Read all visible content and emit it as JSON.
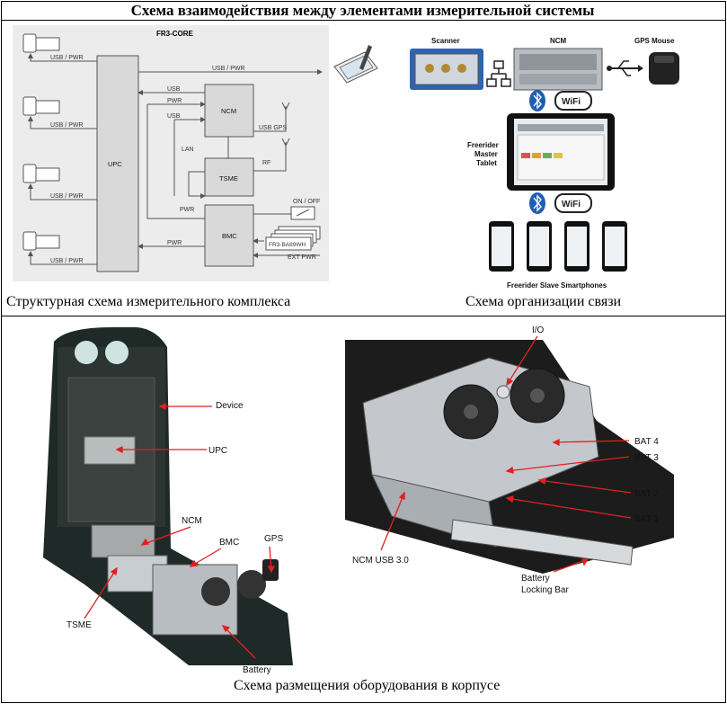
{
  "title": "Схема взаимодействия между элементами измерительной системы",
  "structural": {
    "caption": "Структурная схема измерительного комплекса",
    "core_title": "FR3-CORE",
    "upc": "UPC",
    "ncm": "NCM",
    "tsme": "TSME",
    "bmc": "BMC",
    "batt_stack": "FR3-BA89WH",
    "labels": {
      "usb_pwr": "USB / PWR",
      "usb": "USB",
      "pwr": "PWR",
      "lan": "LAN",
      "usb_gps": "USB GPS",
      "rf": "RF",
      "on_off": "ON / OFF",
      "ext_pwr": "EXT PWR"
    }
  },
  "comm": {
    "caption": "Схема организации связи",
    "scanner": "Scanner",
    "ncm": "NCM",
    "gps_mouse": "GPS Mouse",
    "tablet_l1": "Freerider",
    "tablet_l2": "Master",
    "tablet_l3": "Tablet",
    "wifi": "WiFi",
    "phones": "Freerider Slave Smartphones"
  },
  "hardware": {
    "caption": "Схема размещения оборудования в корпусе",
    "left": {
      "device": "Device",
      "upc": "UPC",
      "ncm": "NCM",
      "bmc": "BMC",
      "gps": "GPS",
      "tsme": "TSME",
      "battery": "Battery"
    },
    "right": {
      "io": "I/O",
      "bat4": "BAT 4",
      "bat3": "BAT 3",
      "bat2": "BAT 2",
      "bat1": "BAT 1",
      "ncm_usb": "NCM USB 3.0",
      "lock_l1": "Battery",
      "lock_l2": "Locking Bar"
    }
  },
  "colors": {
    "diagram_bg": "#ececec",
    "box_fill": "#d9d9d9",
    "line": "#555555",
    "arrow_red": "#e02020",
    "bluetooth": "#1e5fb4",
    "case_dark": "#1f2a28"
  }
}
